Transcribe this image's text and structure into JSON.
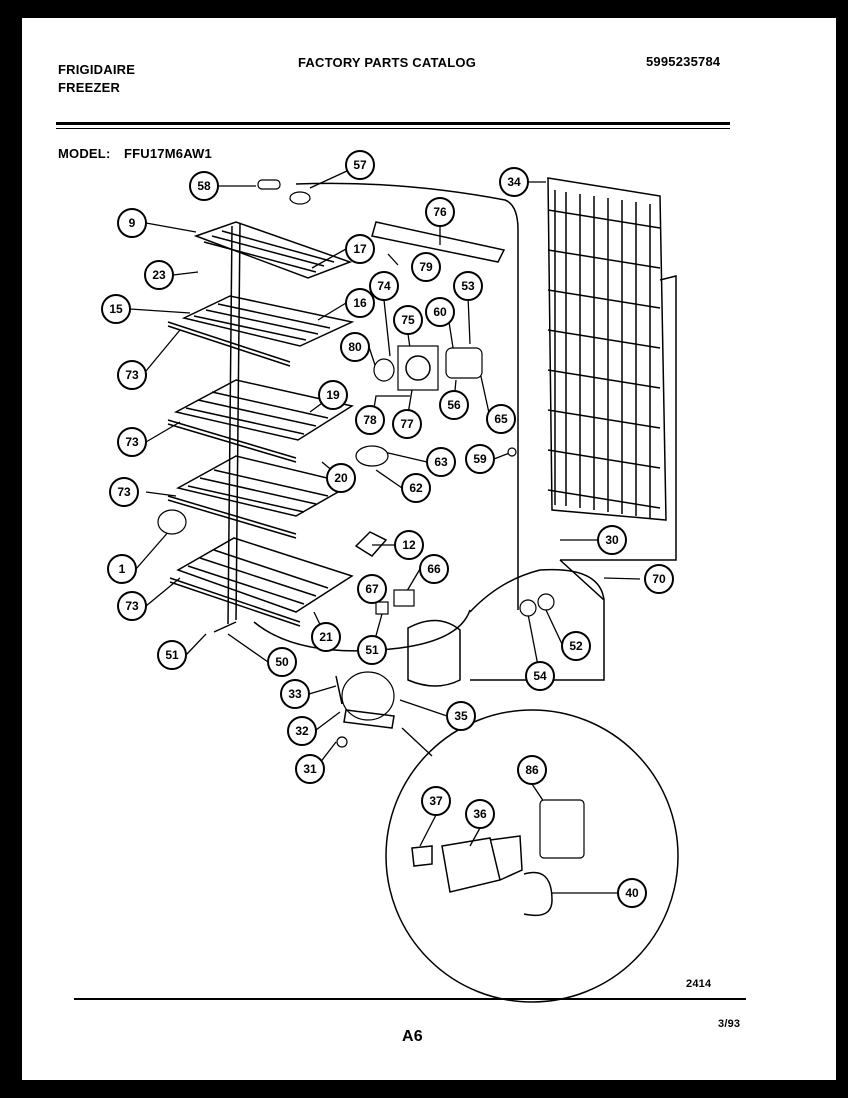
{
  "header": {
    "brand": "FRIGIDAIRE",
    "product": "FREEZER",
    "catalog_title": "FACTORY PARTS CATALOG",
    "catalog_number": "5995235784",
    "model_label": "MODEL:",
    "model_number": "FFU17M6AW1"
  },
  "footer": {
    "drawing_number": "2414",
    "page": "A6",
    "date": "3/93"
  },
  "callouts": [
    "57",
    "58",
    "9",
    "76",
    "34",
    "17",
    "23",
    "79",
    "15",
    "16",
    "74",
    "53",
    "75",
    "60",
    "80",
    "73",
    "19",
    "78",
    "77",
    "56",
    "65",
    "63",
    "59",
    "20",
    "62",
    "30",
    "12",
    "1",
    "66",
    "67",
    "70",
    "51",
    "52",
    "21",
    "50",
    "54",
    "33",
    "35",
    "32",
    "31",
    "86",
    "37",
    "36",
    "40"
  ]
}
